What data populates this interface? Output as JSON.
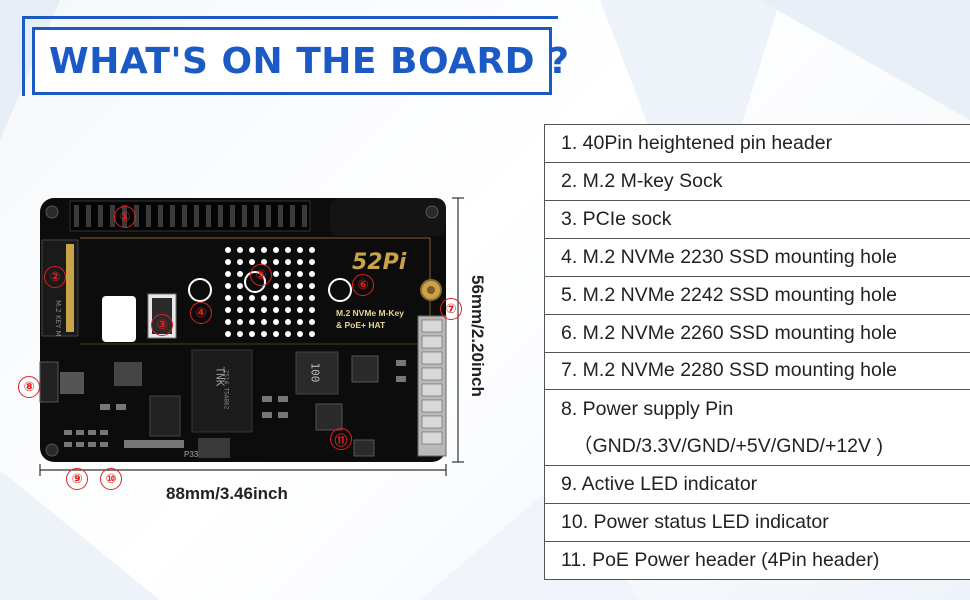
{
  "title": "WHAT'S ON THE BOARD ?",
  "board": {
    "logo": "52Pi",
    "product_line1": "M.2 NVMe M-Key",
    "product_line2": "& PoE+ HAT",
    "chip1": "TNK",
    "chip1_sub": "2514 TSA862",
    "inductor": "100",
    "pcb_label": "P33",
    "width_label": "88mm/3.46inch",
    "height_label": "56mm/2.20inch",
    "markers": [
      "①",
      "②",
      "③",
      "④",
      "⑤",
      "⑥",
      "⑦",
      "⑧",
      "⑨",
      "⑩",
      "⑪"
    ]
  },
  "features": [
    "1. 40Pin heightened pin header",
    "2. M.2 M-key Sock",
    "3. PCIe sock",
    "4. M.2 NVMe 2230 SSD mounting hole",
    "5. M.2 NVMe 2242 SSD mounting hole",
    "6. M.2 NVMe 2260 SSD mounting hole",
    "7. M.2 NVMe 2280 SSD mounting hole"
  ],
  "feature8": {
    "line1": "8. Power supply Pin",
    "line2": "（GND/3.3V/GND/+5V/GND/+12V )"
  },
  "features_tail": [
    "9. Active LED indicator",
    "10. Power status LED indicator",
    "11. PoE Power header (4Pin header)"
  ],
  "colors": {
    "accent": "#1b5ac4",
    "marker": "#e02020",
    "board": "#111111",
    "gold": "#c9a24a"
  }
}
